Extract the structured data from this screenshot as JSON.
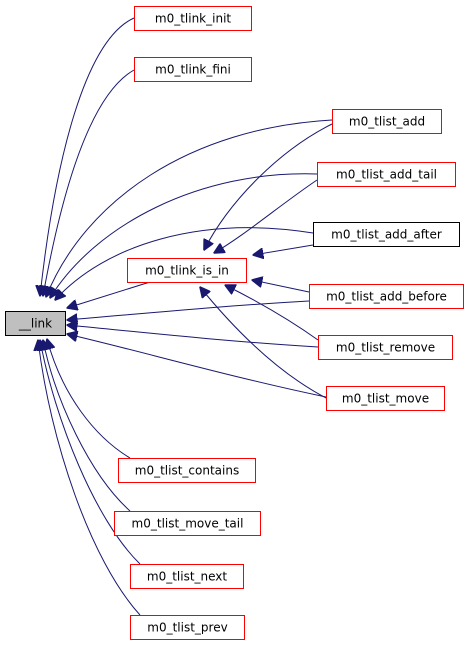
{
  "colors": {
    "edge": "#191970",
    "link_border": "#ff0000",
    "plain_border": "#000000",
    "focus_fill": "#bfbfbf",
    "node_fill": "#ffffff",
    "text": "#000000"
  },
  "nodes": [
    {
      "id": "link",
      "label": "__link",
      "style": "focus"
    },
    {
      "id": "tlink_init",
      "label": "m0_tlink_init",
      "style": "link"
    },
    {
      "id": "tlink_fini",
      "label": "m0_tlink_fini",
      "style": "link"
    },
    {
      "id": "tlist_add",
      "label": "m0_tlist_add",
      "style": "link"
    },
    {
      "id": "tlist_add_tail",
      "label": "m0_tlist_add_tail",
      "style": "link"
    },
    {
      "id": "tlist_add_after",
      "label": "m0_tlist_add_after",
      "style": "plain"
    },
    {
      "id": "tlink_is_in",
      "label": "m0_tlink_is_in",
      "style": "link"
    },
    {
      "id": "tlist_add_before",
      "label": "m0_tlist_add_before",
      "style": "link"
    },
    {
      "id": "tlist_remove",
      "label": "m0_tlist_remove",
      "style": "link"
    },
    {
      "id": "tlist_move",
      "label": "m0_tlist_move",
      "style": "link"
    },
    {
      "id": "tlist_contains",
      "label": "m0_tlist_contains",
      "style": "link"
    },
    {
      "id": "tlist_move_tail",
      "label": "m0_tlist_move_tail",
      "style": "link"
    },
    {
      "id": "tlist_next",
      "label": "m0_tlist_next",
      "style": "link"
    },
    {
      "id": "tlist_prev",
      "label": "m0_tlist_prev",
      "style": "link"
    }
  ],
  "edges": [
    {
      "from": "tlink_init",
      "to": "link"
    },
    {
      "from": "tlink_fini",
      "to": "link"
    },
    {
      "from": "tlist_add",
      "to": "link"
    },
    {
      "from": "tlist_add_tail",
      "to": "link"
    },
    {
      "from": "tlist_add_after",
      "to": "link"
    },
    {
      "from": "tlink_is_in",
      "to": "link"
    },
    {
      "from": "tlist_add_before",
      "to": "link"
    },
    {
      "from": "tlist_remove",
      "to": "link"
    },
    {
      "from": "tlist_move",
      "to": "link"
    },
    {
      "from": "tlist_contains",
      "to": "link"
    },
    {
      "from": "tlist_move_tail",
      "to": "link"
    },
    {
      "from": "tlist_next",
      "to": "link"
    },
    {
      "from": "tlist_prev",
      "to": "link"
    },
    {
      "from": "tlist_add",
      "to": "tlink_is_in"
    },
    {
      "from": "tlist_add_tail",
      "to": "tlink_is_in"
    },
    {
      "from": "tlist_add_after",
      "to": "tlink_is_in"
    },
    {
      "from": "tlist_add_before",
      "to": "tlink_is_in"
    },
    {
      "from": "tlist_remove",
      "to": "tlink_is_in"
    },
    {
      "from": "tlist_move",
      "to": "tlink_is_in"
    }
  ]
}
